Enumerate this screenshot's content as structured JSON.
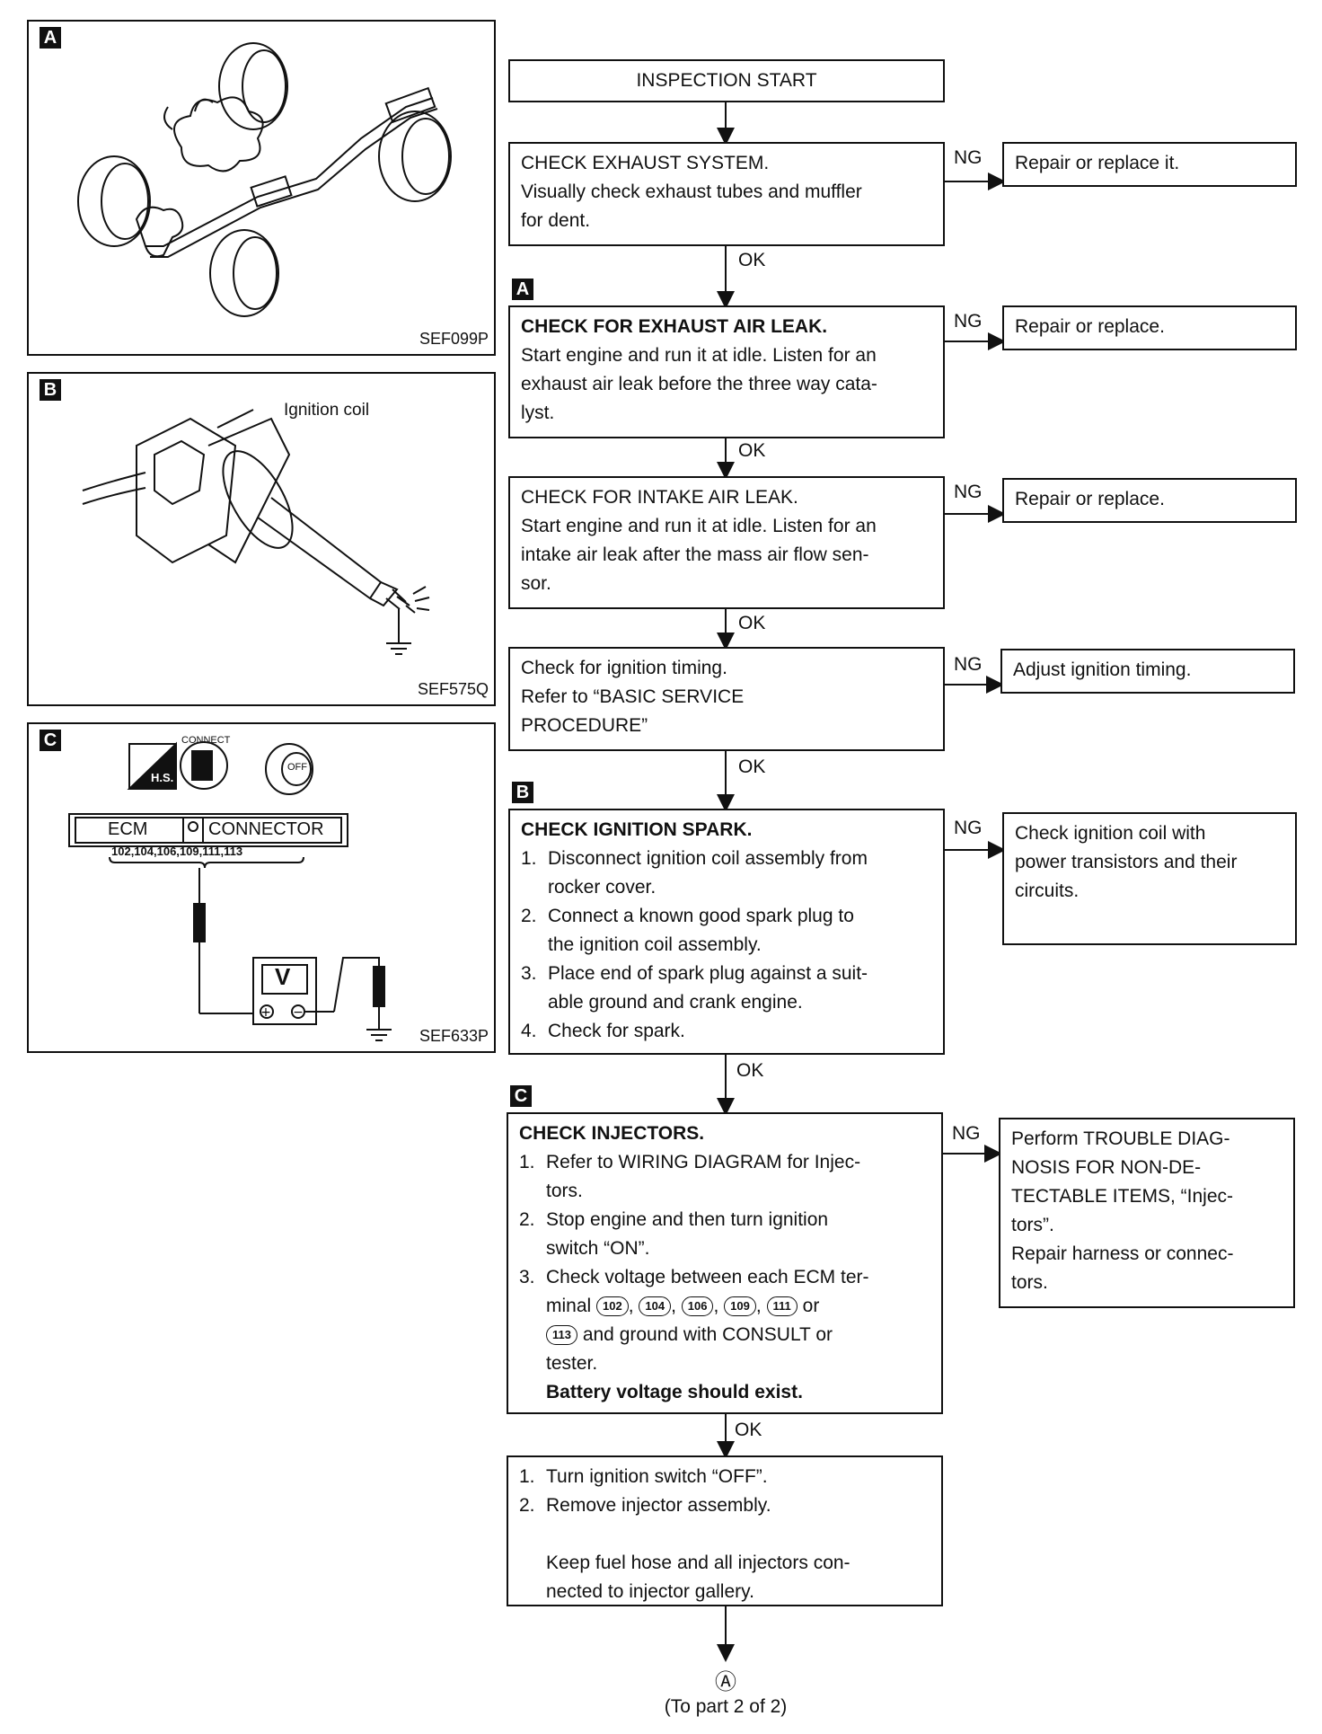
{
  "panels": {
    "a": {
      "badge": "A",
      "code": "SEF099P"
    },
    "b": {
      "badge": "B",
      "code": "SEF575Q",
      "callout": "Ignition coil"
    },
    "c": {
      "badge": "C",
      "code": "SEF633P",
      "icon_connect": "CONNECT",
      "icon_hs": "H.S.",
      "icon_off": "OFF",
      "ecm": "ECM",
      "connector": "CONNECTOR",
      "terminals": "102,104,106,109,111,113",
      "meter": "V"
    }
  },
  "flow": {
    "start": "INSPECTION START",
    "step1": {
      "l1": "CHECK EXHAUST SYSTEM.",
      "l2": "Visually check exhaust tubes and muffler",
      "l3": "for dent."
    },
    "step2": {
      "badge": "A",
      "l1": "CHECK FOR EXHAUST AIR LEAK.",
      "l2": "Start engine and run it at idle. Listen for an",
      "l3": "exhaust air leak before the three way cata-",
      "l4": "lyst."
    },
    "step3": {
      "l1": "CHECK FOR INTAKE AIR LEAK.",
      "l2": "Start engine and run it at idle. Listen for an",
      "l3": "intake air leak after the mass air flow sen-",
      "l4": "sor."
    },
    "step4": {
      "l1": "Check for ignition timing.",
      "l2": "Refer to “BASIC SERVICE",
      "l3": "PROCEDURE”"
    },
    "step5": {
      "badge": "B",
      "l1": "CHECK IGNITION SPARK.",
      "i1n": "1.",
      "i1a": "Disconnect ignition coil assembly from",
      "i1b": "rocker cover.",
      "i2n": "2.",
      "i2a": "Connect a known good spark plug to",
      "i2b": "the ignition coil assembly.",
      "i3n": "3.",
      "i3a": "Place end of spark plug against a suit-",
      "i3b": "able ground and crank engine.",
      "i4n": "4.",
      "i4a": "Check for spark."
    },
    "step6": {
      "badge": "C",
      "l1": "CHECK INJECTORS.",
      "i1n": "1.",
      "i1a": "Refer to WIRING DIAGRAM for Injec-",
      "i1b": "tors.",
      "i2n": "2.",
      "i2a": "Stop engine and then turn ignition",
      "i2b": "switch “ON”.",
      "i3n": "3.",
      "i3a": "Check voltage between each ECM ter-",
      "i3b_pre": "minal",
      "t1": "102",
      "t2": "104",
      "t3": "106",
      "t4": "109",
      "t5": "111",
      "i3b_or": "or",
      "t6": "113",
      "i3c": "and ground with CONSULT or",
      "i3d": "tester.",
      "i3e": "Battery voltage should exist."
    },
    "step7": {
      "i1n": "1.",
      "i1a": "Turn ignition switch “OFF”.",
      "i2n": "2.",
      "i2a": "Remove injector assembly.",
      "n1": "Keep fuel hose and all injectors con-",
      "n2": "nected to injector gallery."
    },
    "ng1": "Repair or replace it.",
    "ng2": "Repair or replace.",
    "ng3": "Repair or replace.",
    "ng4": "Adjust ignition timing.",
    "ng5": {
      "l1": "Check ignition coil with",
      "l2": "power transistors and their",
      "l3": "circuits."
    },
    "ng6": {
      "l1": "Perform TROUBLE DIAG-",
      "l2": "NOSIS FOR NON-DE-",
      "l3": "TECTABLE ITEMS, “Injec-",
      "l4": "tors”.",
      "l5": "Repair harness or connec-",
      "l6": "tors."
    },
    "ng_label": "NG",
    "ok_label": "OK",
    "connector_symbol": "Ⓐ",
    "continue": "(To part 2 of 2)"
  }
}
